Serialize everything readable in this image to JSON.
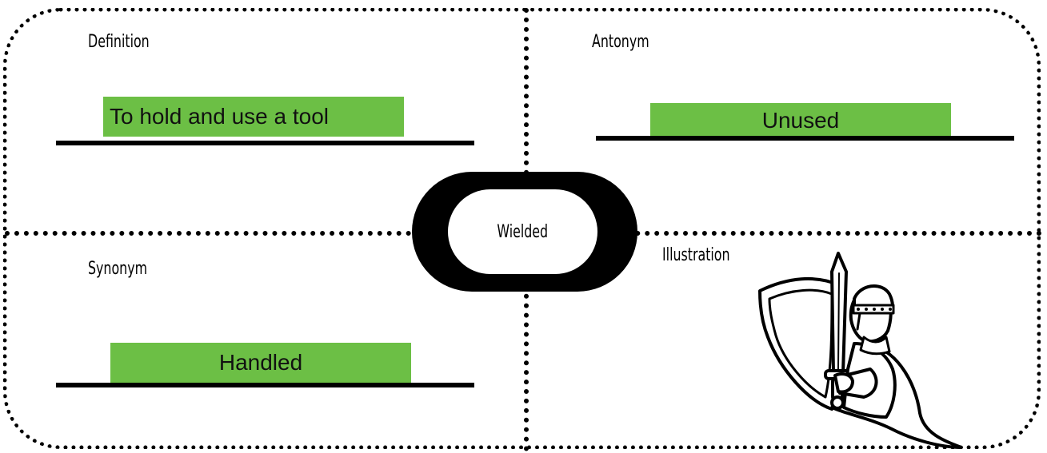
{
  "center": {
    "word": "Wielded"
  },
  "definition": {
    "label": "Definition",
    "answer": "To hold and use a tool"
  },
  "antonym": {
    "label": "Antonym",
    "answer": "Unused"
  },
  "synonym": {
    "label": "Synonym",
    "answer": "Handled"
  },
  "illustration": {
    "label": "Illustration",
    "image": "knight-with-sword-and-shield"
  },
  "colors": {
    "answer_fill": "#6cbf45",
    "ink": "#000000",
    "background": "#ffffff"
  }
}
